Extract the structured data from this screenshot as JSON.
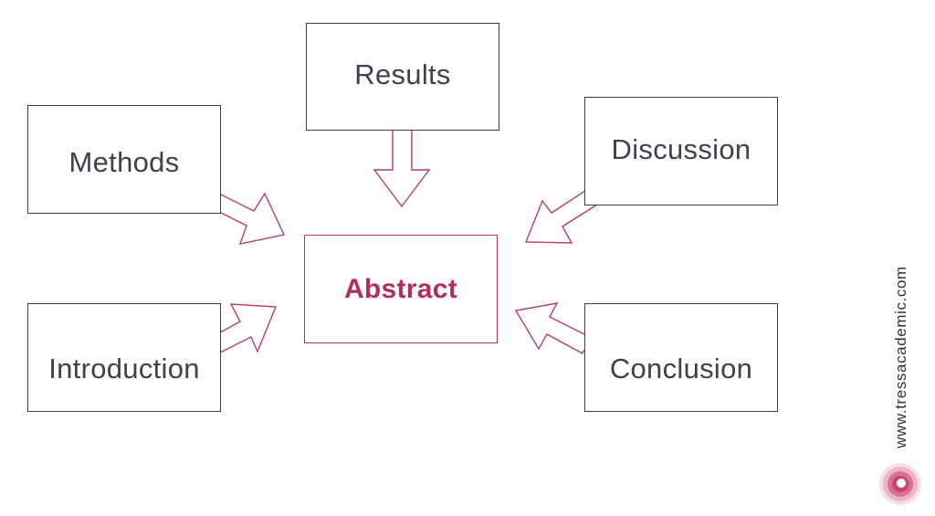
{
  "diagram": {
    "center": {
      "label": "Abstract"
    },
    "nodes": {
      "results": "Results",
      "methods": "Methods",
      "discussion": "Discussion",
      "introduction": "Introduction",
      "conclusion": "Conclusion"
    },
    "edges": [
      {
        "from": "Results",
        "to": "Abstract"
      },
      {
        "from": "Methods",
        "to": "Abstract"
      },
      {
        "from": "Discussion",
        "to": "Abstract"
      },
      {
        "from": "Introduction",
        "to": "Abstract"
      },
      {
        "from": "Conclusion",
        "to": "Abstract"
      }
    ]
  },
  "branding": {
    "website": "www.tressacademic.com",
    "logo_icon": "tress-academic-logo-icon"
  },
  "colors": {
    "accent": "#b0305a",
    "text": "#3d4250",
    "box_border": "#3b3f4a"
  }
}
